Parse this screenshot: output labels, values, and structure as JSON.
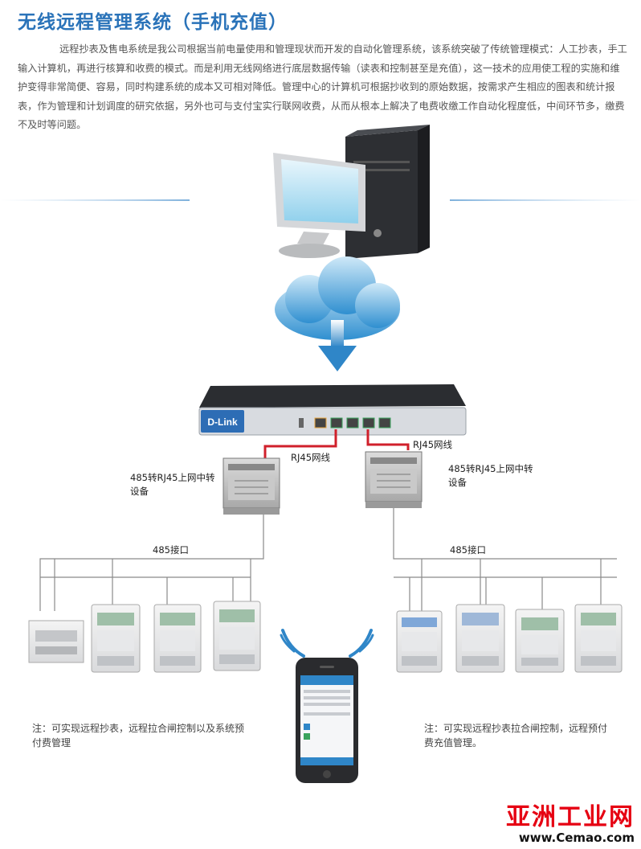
{
  "title": "无线远程管理系统（手机充值）",
  "intro": "远程抄表及售电系统是我公司根据当前电量使用和管理现状而开发的自动化管理系统，该系统突破了传统管理模式：人工抄表，手工输入计算机，再进行核算和收费的模式。而是利用无线网络进行底层数据传输（读表和控制甚至是充值），这一技术的应用使工程的实施和维护变得非常简便、容易，同时构建系统的成本又可相对降低。管理中心的计算机可根据抄收到的原始数据，按需求产生相应的图表和统计报表，作为管理和计划调度的研究依据，另外也可与支付宝实行联网收费，从而从根本上解决了电费收缴工作自动化程度低，中间环节多，缴费不及时等问题。",
  "router": {
    "brand": "D-Link"
  },
  "labels": {
    "rj45_left": "RJ45网线",
    "rj45_right": "RJ45网线",
    "conv_left": "485转RJ45上网中转设备",
    "conv_right": "485转RJ45上网中转设备",
    "bus_left": "485接口",
    "bus_right": "485接口"
  },
  "notes": {
    "left": "注：可实现远程抄表，远程拉合闸控制以及系统预付费管理",
    "right": "注：可实现远程抄表拉合闸控制，远程预付费充值管理。"
  },
  "watermark": {
    "name": "亚洲工业网",
    "url": "www.Cemao.com"
  },
  "colors": {
    "accent": "#2a73b9",
    "cable": "#d0202b",
    "bus": "#888888",
    "watermark": "#e60012"
  },
  "icons": [
    "computer-icon",
    "cloud-icon",
    "router-icon",
    "converter-device-icon",
    "meter-icon",
    "smartphone-icon",
    "wifi-icon"
  ]
}
